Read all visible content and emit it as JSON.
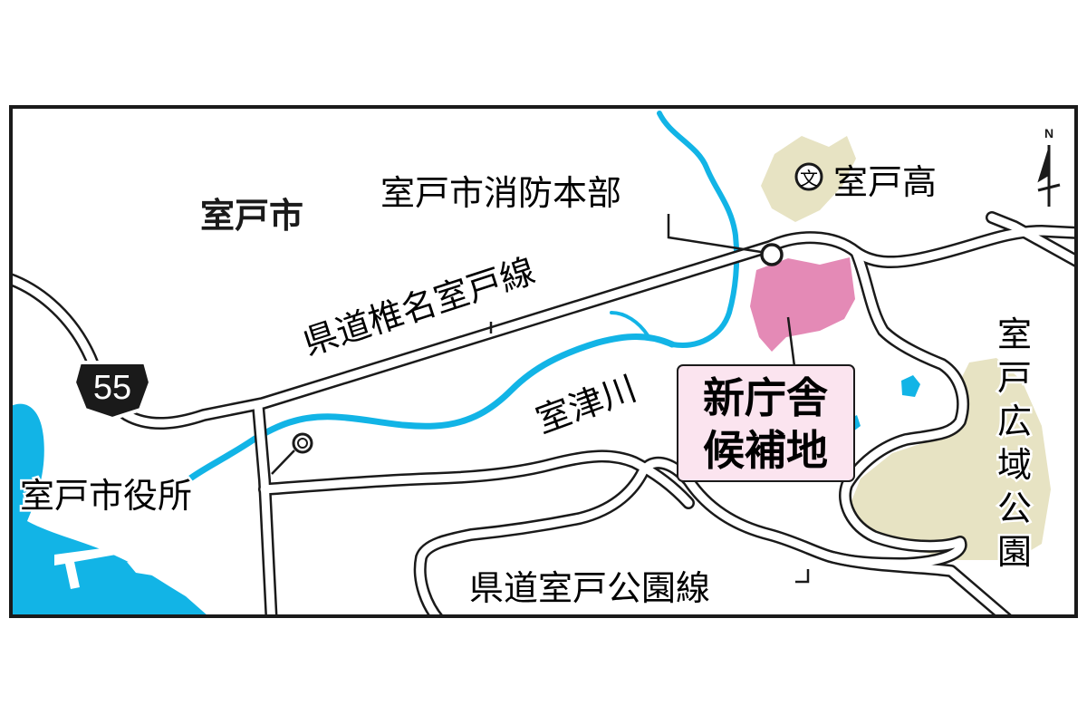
{
  "map": {
    "city_name": "室戸市",
    "route_number": "55",
    "labels": {
      "fire_hq": "室戸市消防本部",
      "school": "室戸高",
      "prefectural_road_shiina": "県道椎名室戸線",
      "river": "室津川",
      "city_hall": "室戸市役所",
      "prefectural_road_park": "県道室戸公園線",
      "park": "室戸広域公園",
      "candidate_site_line1": "新庁舎",
      "candidate_site_line2": "候補地"
    },
    "park_vertical": [
      "室",
      "戸",
      "広",
      "域",
      "公",
      "園"
    ],
    "north_label": "N",
    "colors": {
      "water": "#12b4e6",
      "park": "#e7e3c3",
      "candidate_area": "#e48ab6",
      "callout_bg": "#fbe4ef",
      "road_outline": "#1a1a1a"
    }
  }
}
